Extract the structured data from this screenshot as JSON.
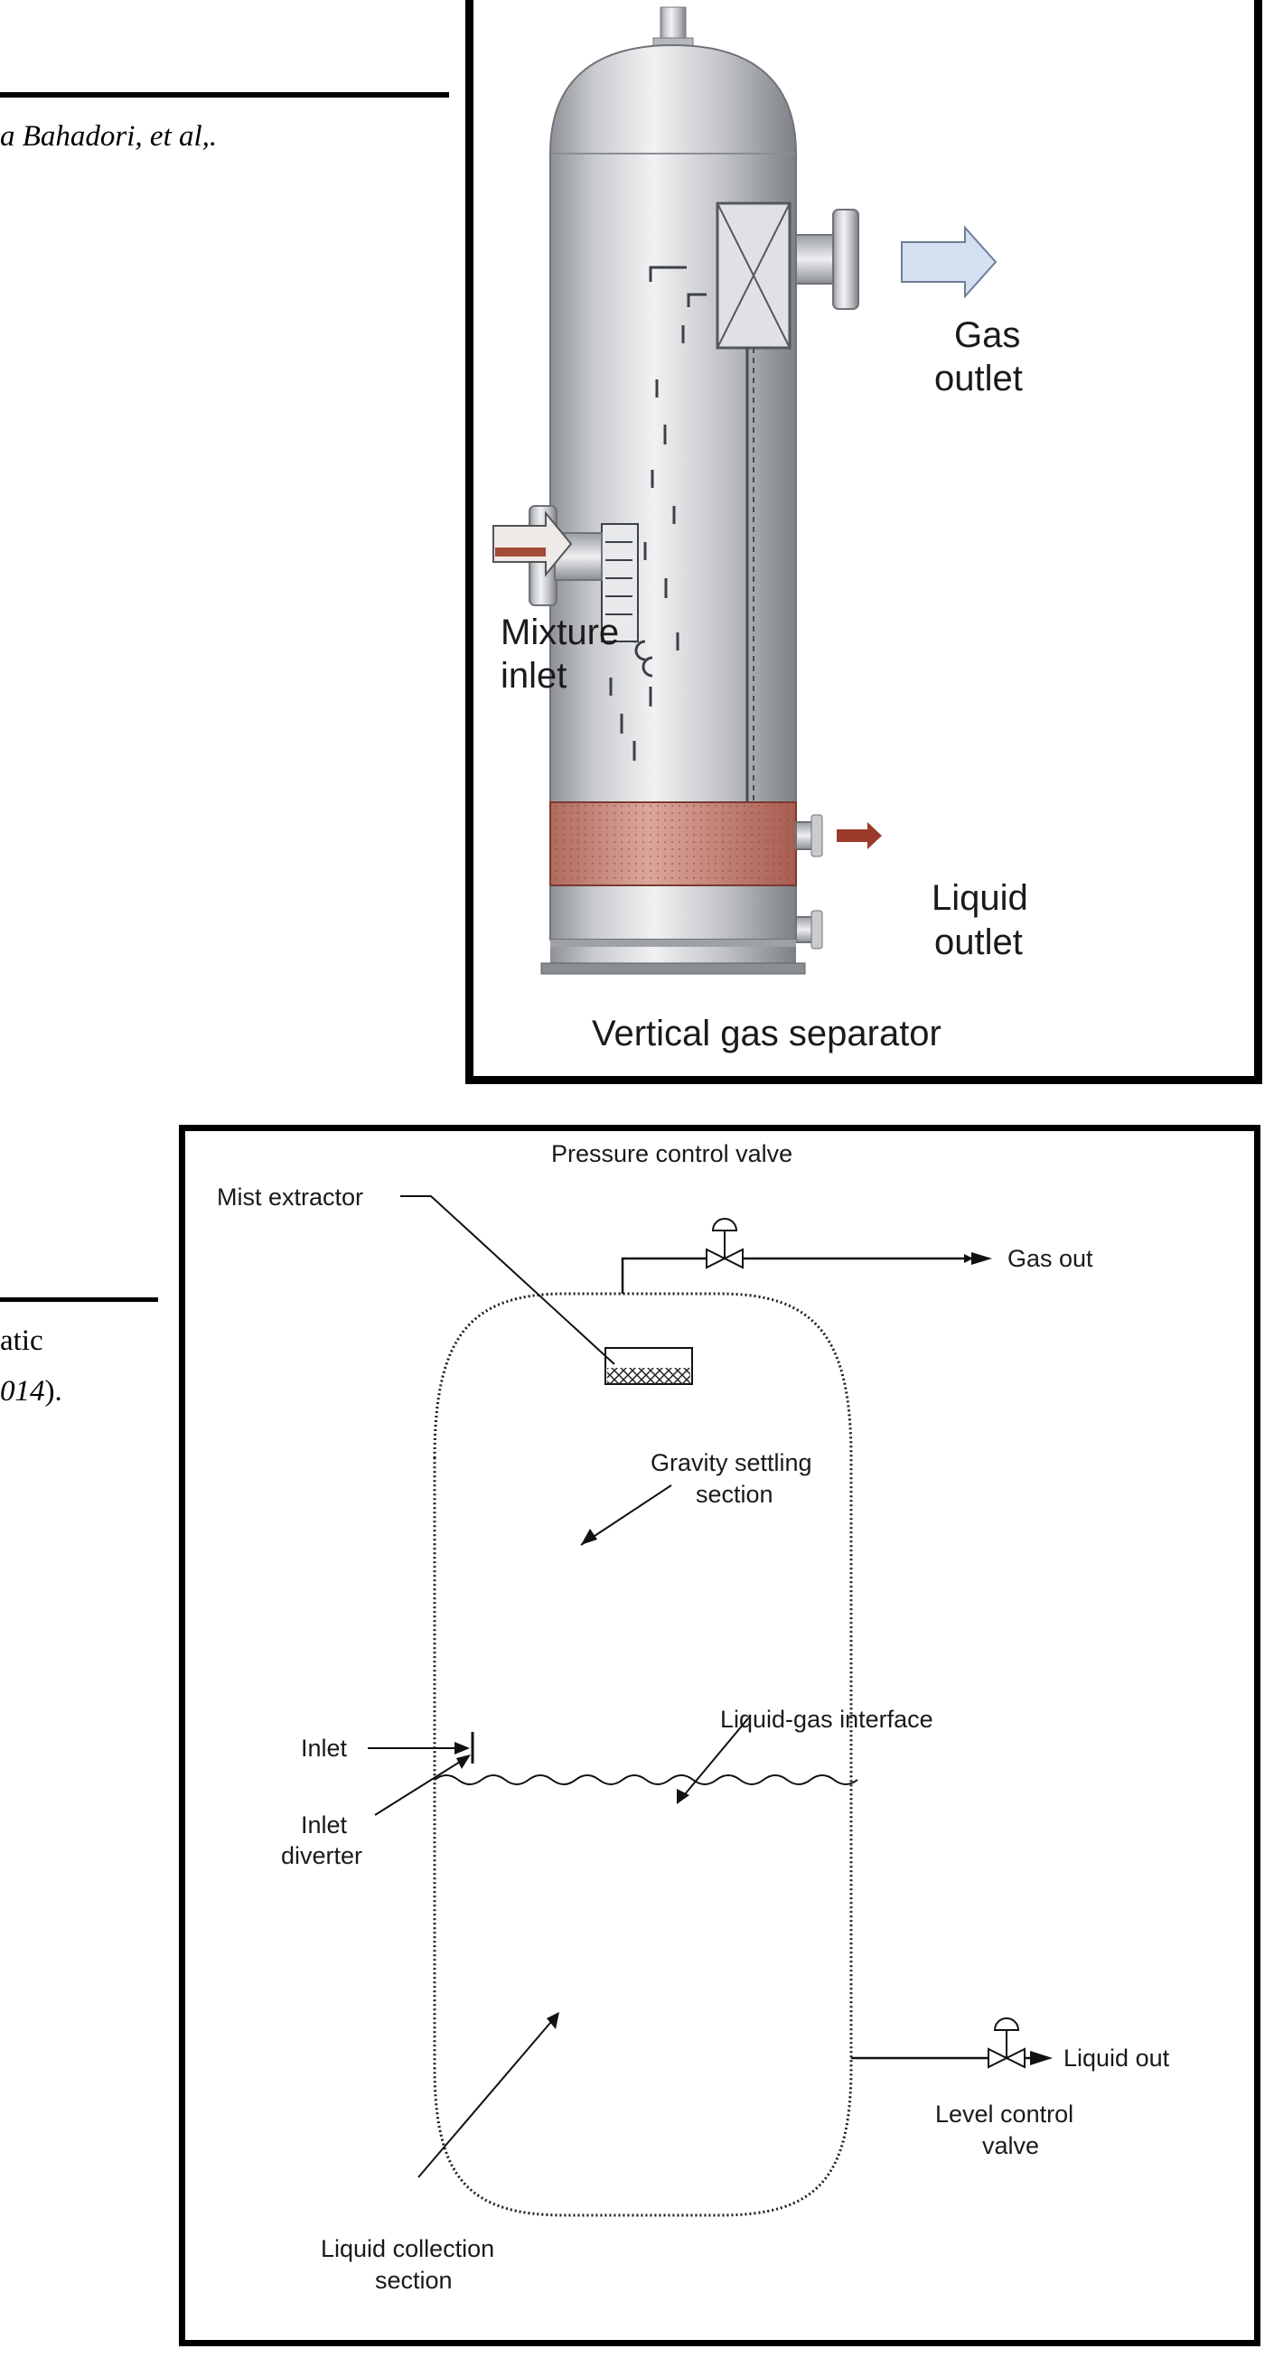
{
  "left_margin": {
    "author_fragment": "a Bahadori, et al,.",
    "caption_fragment_line1": "atic",
    "caption_fragment_line2_italic": "014",
    "caption_fragment_line2_tail": ")."
  },
  "figure_top": {
    "labels": {
      "gas_outlet_line1": "Gas",
      "gas_outlet_line2": "outlet",
      "mixture_inlet_line1": "Mixture",
      "mixture_inlet_line2": "inlet",
      "liquid_outlet_line1": "Liquid",
      "liquid_outlet_line2": "outlet"
    },
    "caption": "Vertical gas separator",
    "colors": {
      "vessel_steel": "#b9bcc0",
      "liquid_band": "#c98a80",
      "gas_arrow": "#d3e0f2",
      "inlet_arrow": "#a34a3a",
      "liquid_arrow": "#9b3a2a"
    }
  },
  "figure_bottom": {
    "labels": {
      "pressure_control_valve": "Pressure control valve",
      "mist_extractor": "Mist extractor",
      "gas_out": "Gas out",
      "gravity_settling_line1": "Gravity settling",
      "gravity_settling_line2": "section",
      "inlet": "Inlet",
      "inlet_diverter_line1": "Inlet",
      "inlet_diverter_line2": "diverter",
      "liquid_gas_interface": "Liquid-gas interface",
      "liquid_out": "Liquid out",
      "level_control_line1": "Level control",
      "level_control_line2": "valve",
      "liquid_collection_line1": "Liquid collection",
      "liquid_collection_line2": "section"
    }
  }
}
